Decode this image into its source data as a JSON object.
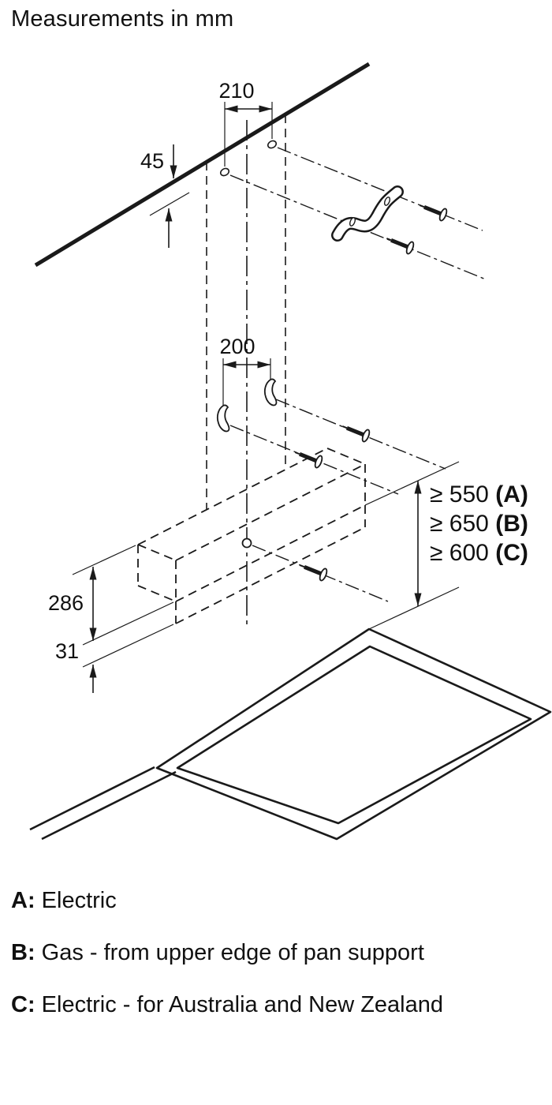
{
  "title": "Measurements in mm",
  "dimensions": {
    "top_hole_spacing": "210",
    "top_offset": "45",
    "lower_hole_spacing": "200",
    "hood_height": "286",
    "lip": "31"
  },
  "clearances": [
    {
      "value": "≥ 550 ",
      "key": "(A)"
    },
    {
      "value": "≥ 650 ",
      "key": "(B)"
    },
    {
      "value": "≥ 600 ",
      "key": "(C)"
    }
  ],
  "legend": [
    {
      "key": "A:",
      "text": "Electric"
    },
    {
      "key": "B:",
      "text": "Gas - from upper edge of pan support"
    },
    {
      "key": "C:",
      "text": "Electric - for Australia and New Zealand"
    }
  ]
}
